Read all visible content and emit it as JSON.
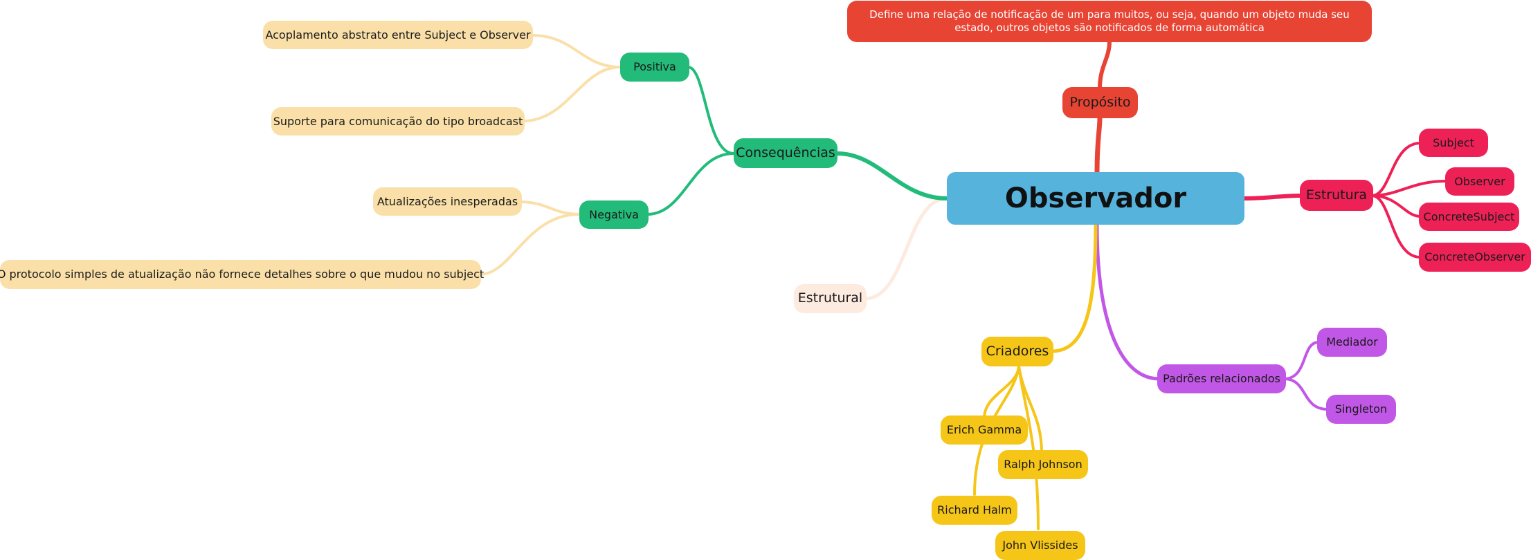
{
  "root": {
    "label": "Observador",
    "color": "#55b3dc"
  },
  "proposito": {
    "label": "Propósito",
    "color": "#e84434",
    "definition": "Define uma relação de notificação de um para muitos, ou seja, quando um objeto muda seu estado, outros objetos são notificados de forma automática"
  },
  "estrutura": {
    "label": "Estrutura",
    "color": "#ee2157",
    "items": [
      "Subject",
      "Observer",
      "ConcreteSubject",
      "ConcreteObserver"
    ]
  },
  "padroes": {
    "label": "Padrões relacionados",
    "color": "#c157e6",
    "items": [
      "Mediador",
      "Singleton"
    ]
  },
  "criadores": {
    "label": "Criadores",
    "color": "#f5c518",
    "items": [
      "Erich Gamma",
      "Ralph Johnson",
      "Richard Halm",
      "John Vlissides"
    ]
  },
  "estrutural": {
    "label": "Estrutural",
    "color": "#fdebe0"
  },
  "consequencias": {
    "label": "Consequências",
    "color": "#22bb7a",
    "leaf_color": "#fae0a8",
    "positiva": {
      "label": "Positiva",
      "items": [
        "Acoplamento abstrato entre Subject e Observer",
        "Suporte para comunicação do tipo broadcast"
      ]
    },
    "negativa": {
      "label": "Negativa",
      "items": [
        "Atualizações inesperadas",
        "O protocolo simples de atualização não fornece detalhes sobre o que mudou no subject"
      ]
    }
  }
}
